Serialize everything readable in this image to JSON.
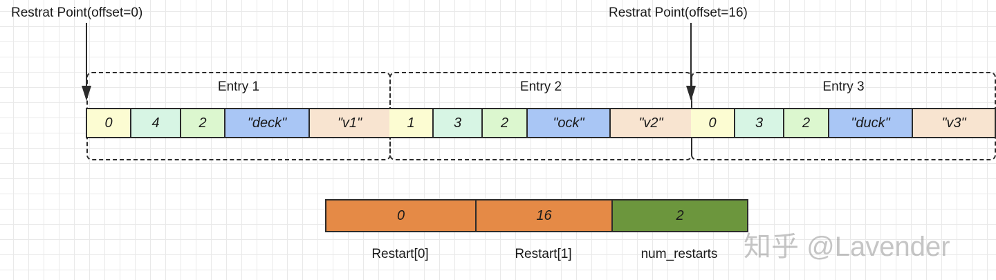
{
  "pointers": [
    {
      "label": "Restrat Point(offset=0)"
    },
    {
      "label": "Restrat Point(offset=16)"
    }
  ],
  "entries": [
    {
      "title": "Entry 1",
      "cells": [
        "0",
        "4",
        "2",
        "\"deck\"",
        "\"v1\""
      ]
    },
    {
      "title": "Entry 2",
      "cells": [
        "1",
        "3",
        "2",
        "\"ock\"",
        "\"v2\""
      ]
    },
    {
      "title": "Entry 3",
      "cells": [
        "0",
        "3",
        "2",
        "\"duck\"",
        "\"v3\""
      ]
    }
  ],
  "restarts": {
    "values": [
      "0",
      "16",
      "2"
    ],
    "captions": [
      "Restart[0]",
      "Restart[1]",
      "num_restarts"
    ]
  },
  "watermark": "知乎 @Lavender",
  "colors": {
    "cell_yellow": "#fcfcd2",
    "cell_mint": "#d7f5e4",
    "cell_green": "#dcf7cf",
    "cell_blue": "#a9c6f5",
    "cell_peach": "#f8e4d0",
    "restart_orange": "#e58a46",
    "num_restarts_green": "#6c963d"
  }
}
